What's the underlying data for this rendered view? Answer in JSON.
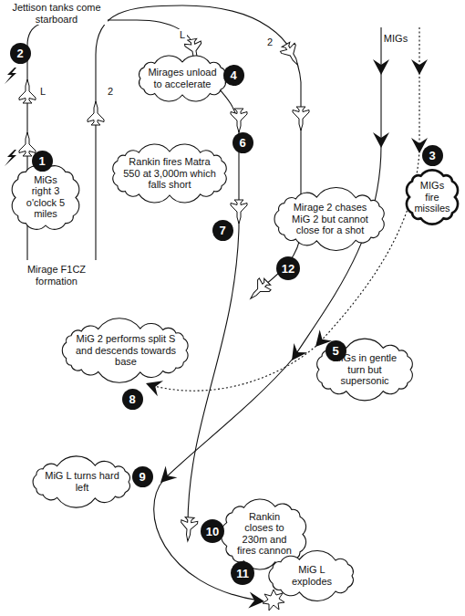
{
  "diagram": {
    "nodes": [
      {
        "text": [
          "2"
        ]
      },
      {
        "text": [
          "Mirages unload to accelerate"
        ]
      },
      {
        "text": [
          "4"
        ]
      },
      {
        "text": [
          "1"
        ]
      },
      {
        "text": [
          "MiGs right 3 o'clock 5 miles"
        ]
      },
      {
        "text": [
          "Rankin fires Matra 550 at 3,000m which falls short"
        ]
      },
      {
        "text": [
          "6"
        ]
      },
      {
        "text": [
          "3"
        ]
      },
      {
        "text": [
          "MIGs fire missiles"
        ]
      },
      {
        "text": [
          "Mirage 2 chases MiG 2 but cannot close for a shot"
        ]
      },
      {
        "text": [
          "7"
        ]
      },
      {
        "text": [
          "12"
        ]
      },
      {
        "text": [
          "MiG 2 performs split S and descends towards base"
        ]
      },
      {
        "text": [
          "5"
        ]
      },
      {
        "text": [
          "MiGs in gentle turn but supersonic"
        ]
      },
      {
        "text": [
          "8"
        ]
      },
      {
        "text": [
          "MiG L turns hard left"
        ]
      },
      {
        "text": [
          "9"
        ]
      },
      {
        "text": [
          "Rankin closes to 230m and fires cannon"
        ]
      },
      {
        "text": [
          "10"
        ]
      },
      {
        "text": [
          "MiG L explodes"
        ]
      },
      {
        "text": [
          "11"
        ]
      }
    ],
    "labels": [
      "Jettison tanks come starboard",
      "L",
      "2",
      "MIGs",
      "L",
      "2",
      "Mirage F1CZ formation"
    ]
  }
}
